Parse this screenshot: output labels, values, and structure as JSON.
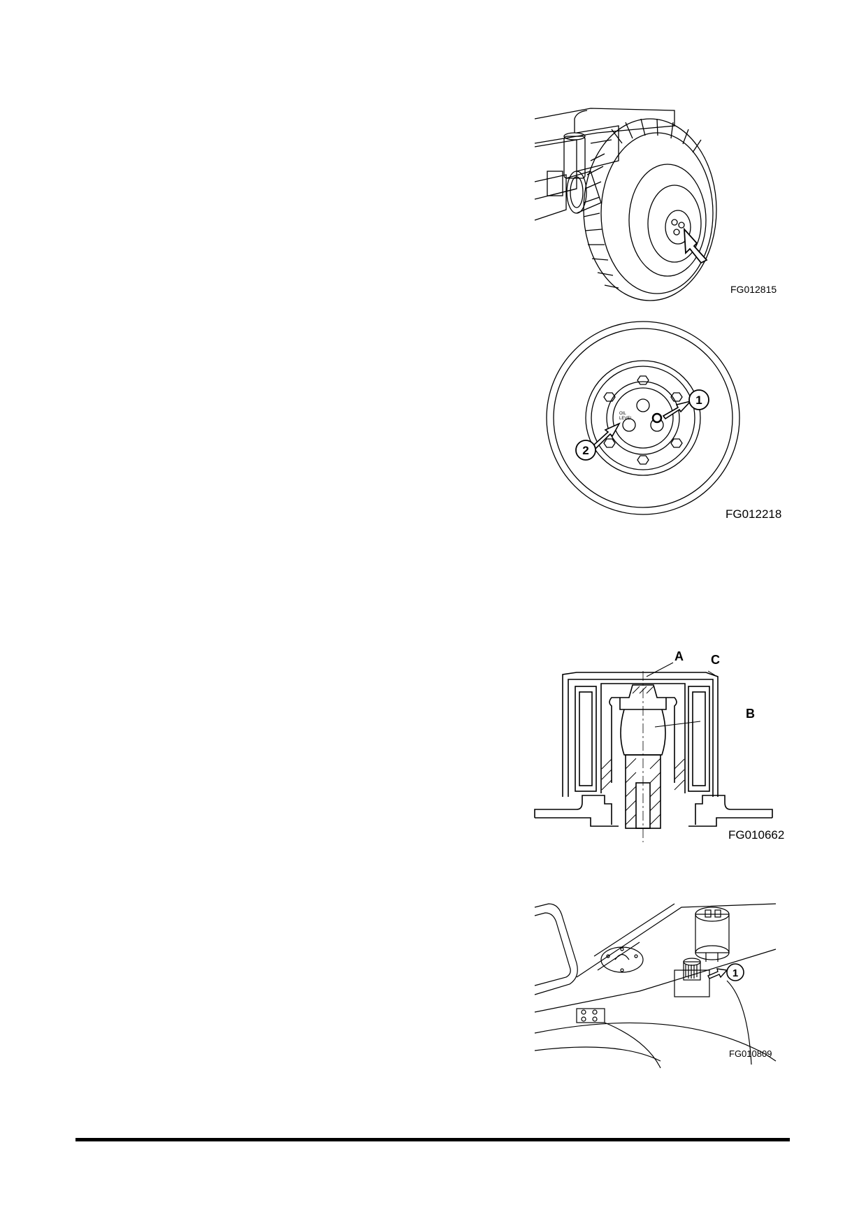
{
  "figures": [
    {
      "id": "wheel-hub-perspective",
      "code": "FG012815"
    },
    {
      "id": "wheel-hub-front",
      "code": "FG012218",
      "callouts": [
        "1",
        "2"
      ],
      "hub_text": [
        "OIL",
        "LEVEL"
      ]
    },
    {
      "id": "breather-cross-section",
      "code": "FG010662",
      "callouts": [
        "A",
        "C",
        "B"
      ]
    },
    {
      "id": "tank-top-breather",
      "code": "FG010809",
      "callouts": [
        "1"
      ]
    }
  ]
}
